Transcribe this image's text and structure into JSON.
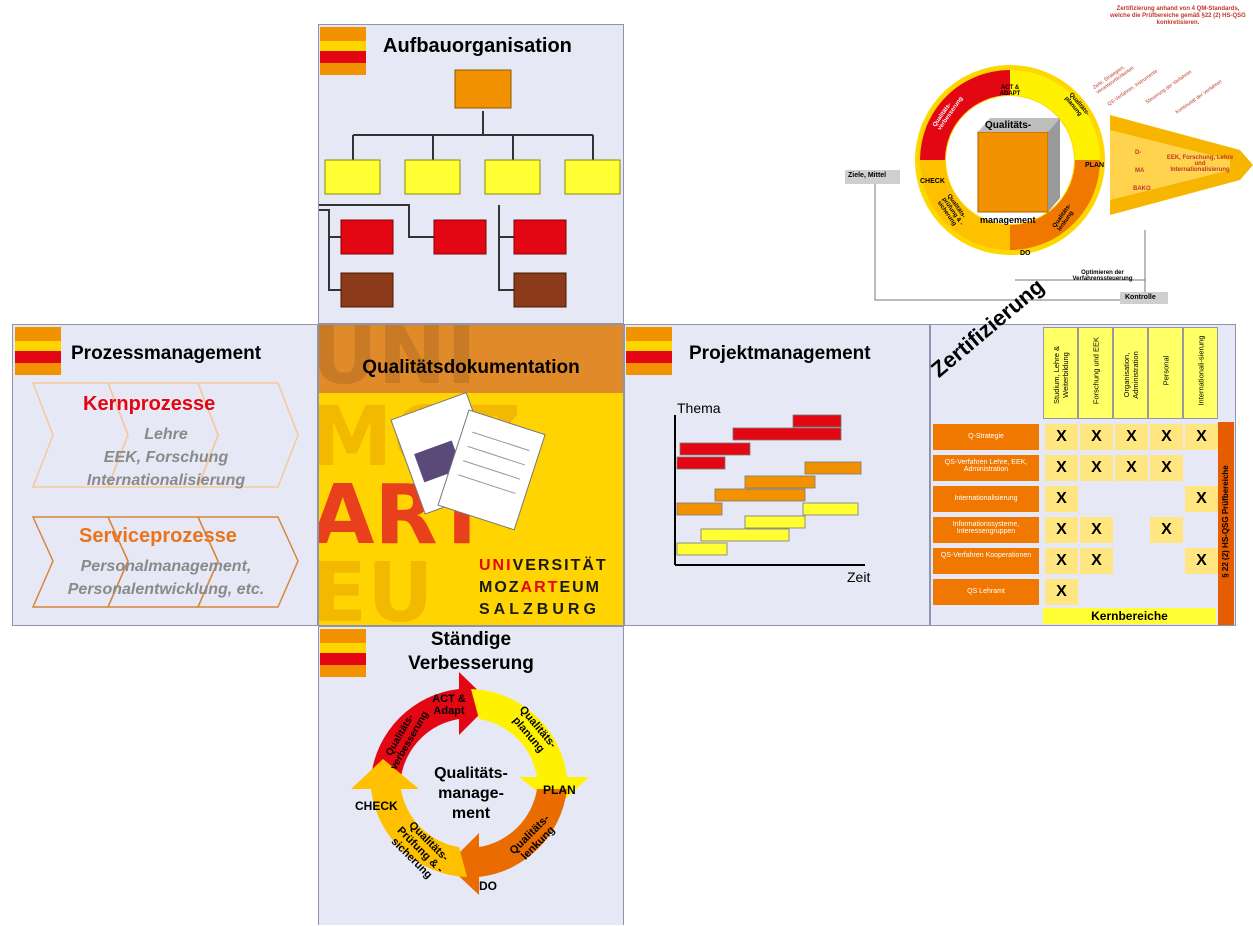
{
  "colors": {
    "panel_bg": "#e6e9f5",
    "panel_border": "#8e94ad",
    "orange": "#f39200",
    "red": "#e30613",
    "yellow": "#fff200",
    "brown": "#8b3a1a",
    "dark_orange": "#e65c00"
  },
  "logo": {
    "line1": "UNI",
    "line2": "MOZ",
    "line3": "ART",
    "line4": "EUM"
  },
  "aufbau": {
    "title": "Aufbauorganisation"
  },
  "prozess": {
    "title": "Prozessmanagement",
    "kern_title": "Kernprozesse",
    "kern_lines": [
      "Lehre",
      "EEK, Forschung",
      "Internationalisierung"
    ],
    "service_title": "Serviceprozesse",
    "service_lines": [
      "Personalmanagement,",
      "Personalentwicklung, etc."
    ]
  },
  "doku": {
    "title": "Qualitätsdokumentation",
    "uni_line1_a": "UNI",
    "uni_line1_b": "VERSITÄT",
    "uni_line2_a": "MOZ",
    "uni_line2_b": "ART",
    "uni_line2_c": "EUM",
    "uni_line3": "SALZBURG"
  },
  "projekt": {
    "title": "Projektmanagement",
    "y_label": "Thema",
    "x_label": "Zeit"
  },
  "zert": {
    "title": "Zertifizierung",
    "columns": [
      "Studium, Lehre & Weiterbildung",
      "Forschung und EEK",
      "Organisation, Administration",
      "Personal",
      "Internationali-sierung"
    ],
    "rows": [
      {
        "label": "Q-Strategie",
        "marks": [
          "X",
          "X",
          "X",
          "X",
          "X"
        ]
      },
      {
        "label": "QS-Verfahren Lehre, EEK, Administration",
        "marks": [
          "X",
          "X",
          "X",
          "X",
          ""
        ]
      },
      {
        "label": "Internationalisierung",
        "marks": [
          "X",
          "",
          "",
          "",
          "X"
        ]
      },
      {
        "label": "Informationssysteme, Interessengruppen",
        "marks": [
          "X",
          "X",
          "",
          "X",
          ""
        ]
      },
      {
        "label": "QS-Verfahren Kooperationen",
        "marks": [
          "X",
          "X",
          "",
          "",
          "X"
        ]
      },
      {
        "label": "QS Lehramt",
        "marks": [
          "X",
          "",
          "",
          "",
          ""
        ]
      }
    ],
    "footer": "Kernbereiche",
    "side_label": "§ 22 (2) HS-QSG Prüfbereiche"
  },
  "verbesserung": {
    "title_line1": "Ständige",
    "title_line2": "Verbesserung",
    "center_line1": "Qualitäts-",
    "center_line2": "manage-",
    "center_line3": "ment",
    "act": "ACT & Adapt",
    "plan": "PLAN",
    "do": "DO",
    "check": "CHECK",
    "qplanung": "Qualitäts-planung",
    "qlenkung": "Qualitäts-lenkung",
    "qpruefung": "Qualitäts-Prüfung & -sicherung",
    "qverbesserung": "Qualitäts-verbesserung"
  },
  "topright": {
    "note": "Zertifizierung anhand von 4 QM-Standards, welche die Prüfbereiche gemäß §22 (2) HS-QSG konkretisieren.",
    "center_label_top": "Qualitäts-",
    "center_label_bottom": "management",
    "act": "ACT & ADAPT",
    "plan": "PLAN",
    "do": "DO",
    "check": "CHECK",
    "qplanung": "Qualitäts-planung",
    "qlenkung": "Qualitäts-lenkung",
    "qsicherung": "Qualitäts-prüfung & -sicherung",
    "qverbesserung": "Qualitäts-verbesserung",
    "ziele": "Ziele, Mittel",
    "kontrolle": "Kontrolle",
    "optimieren": "Optimieren der Verfahrenssteuerung",
    "arrow_text": "EEK, Forschung, Lehre und Internationalisierung",
    "di": "D-",
    "ma": "MA",
    "bako": "BAKO",
    "rot1": "Ziele, Strategien, Verantwortlichkeiten",
    "rot2": "QS-Verfahren, Instrumente",
    "rot3": "Steuerung der Verfahren",
    "rot4": "Kontinuität der Verfahren"
  }
}
